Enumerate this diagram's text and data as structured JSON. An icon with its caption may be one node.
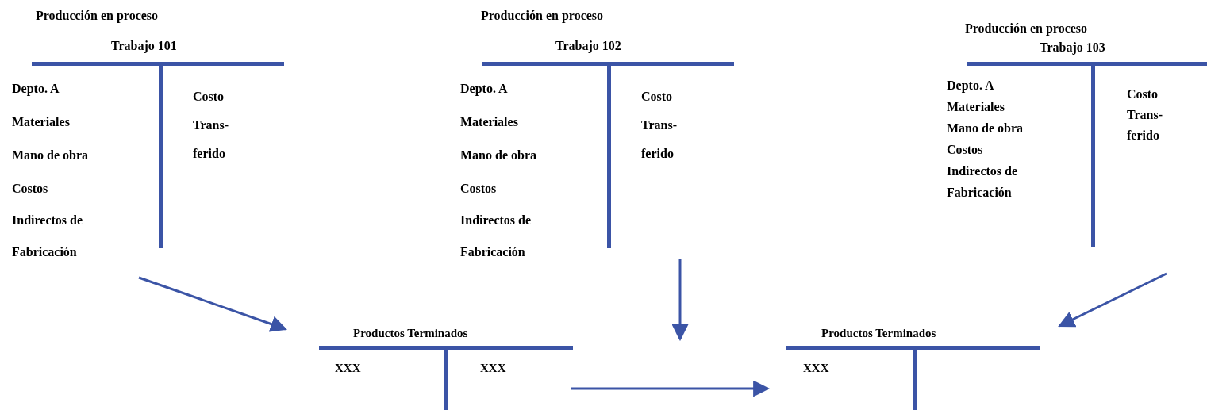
{
  "diagram": {
    "nodes": [
      {
        "text": [
          "Producción en proceso",
          "Trabajo 101",
          "Depto. A",
          "Materiales",
          "Mano de obra",
          "Costos Indirectos de Fabricación",
          "Costo Trans- ferido"
        ]
      },
      {
        "text": [
          "Producción en proceso",
          "Trabajo 102",
          "Depto. A",
          "Materiales",
          "Mano de obra",
          "Costos Indirectos de Fabricación",
          "Costo Trans- ferido"
        ]
      },
      {
        "text": [
          "Producción en proceso",
          "Trabajo 103",
          "Depto. A",
          "Materiales",
          "Mano de obra",
          "Costos Indirectos de Fabricación",
          "Costo Trans- ferido"
        ]
      },
      {
        "text": [
          "Productos Terminados",
          "XXX",
          "XXX"
        ]
      },
      {
        "text": [
          "Productos Terminados",
          "XXX"
        ]
      }
    ],
    "edges": [
      {
        "from": 0,
        "to": 3,
        "arrow": "to"
      },
      {
        "from": 1,
        "to": null,
        "arrow": "to"
      },
      {
        "from": 2,
        "to": 4,
        "arrow": "to"
      },
      {
        "from": 3,
        "to": 4,
        "arrow": "to"
      }
    ]
  }
}
